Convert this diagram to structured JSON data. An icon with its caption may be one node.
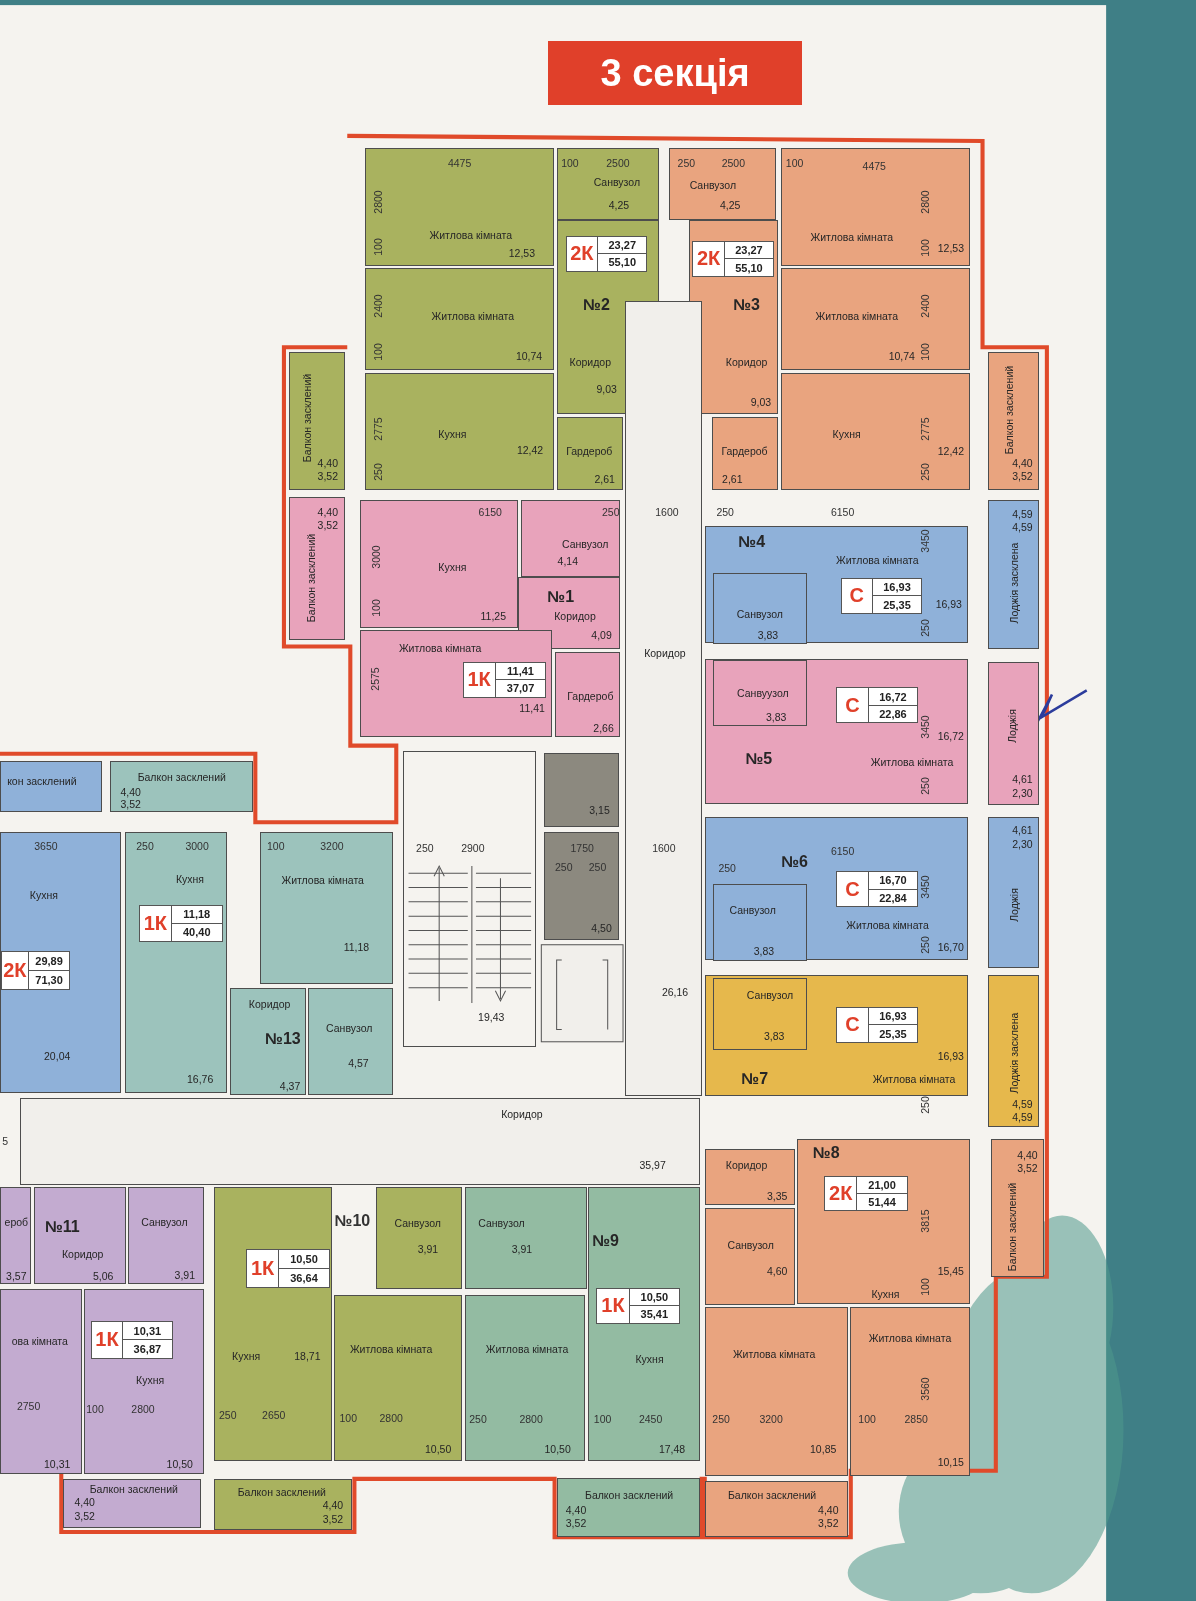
{
  "diagram": {
    "title": "3 секція",
    "nodes": [
      {
        "text": [
          "Житлова кімната",
          "12,53"
        ]
      },
      {
        "text": [
          "Санвузол",
          "4,25"
        ]
      },
      {
        "text": [
          "Житлова кімната",
          "10,74"
        ]
      },
      {
        "text": [
          "№2",
          "Коридор",
          "9,03"
        ]
      },
      {
        "text": [
          "Кухня",
          "12,42"
        ]
      },
      {
        "text": [
          "Гардероб",
          "2,61"
        ]
      },
      {
        "text": [
          "2К",
          "23,27",
          "55,10"
        ],
        "in": 3
      },
      {
        "text": [
          "Балкон засклений",
          "4,40",
          "3,52"
        ]
      },
      {
        "text": [
          "Санвузол",
          "4,25"
        ]
      },
      {
        "text": [
          "Житлова кімната",
          "12,53"
        ]
      },
      {
        "text": [
          "№3",
          "Коридор",
          "9,03"
        ]
      },
      {
        "text": [
          "2К",
          "23,27",
          "55,10"
        ],
        "in": 10
      },
      {
        "text": [
          "Житлова кімната",
          "10,74"
        ]
      },
      {
        "text": [
          "Гардероб",
          "2,61"
        ]
      },
      {
        "text": [
          "Кухня",
          "12,42"
        ]
      },
      {
        "text": [
          "Балкон засклений",
          "4,40",
          "3,52"
        ]
      },
      {
        "text": [
          "Балкон засклений",
          "4,40",
          "3,52"
        ]
      },
      {
        "text": [
          "Кухня",
          "11,25"
        ]
      },
      {
        "text": [
          "Санвузол",
          "4,14"
        ]
      },
      {
        "text": [
          "№1",
          "Коридор",
          "4,09"
        ]
      },
      {
        "text": [
          "Житлова кімната",
          "11,41"
        ]
      },
      {
        "text": [
          "1К",
          "11,41",
          "37,07"
        ],
        "in": 20
      },
      {
        "text": [
          "Гардероб",
          "2,66"
        ]
      },
      {
        "text": [
          "№4",
          "Житлова кімната",
          "16,93"
        ]
      },
      {
        "text": [
          "Санвузол",
          "3,83"
        ],
        "in": 23
      },
      {
        "text": [
          "С",
          "16,93",
          "25,35"
        ],
        "in": 23
      },
      {
        "text": [
          "Лоджія засклена",
          "4,59",
          "4,59"
        ]
      },
      {
        "text": [
          "16,72",
          "№5",
          "Житлова кімната"
        ]
      },
      {
        "text": [
          "Санвуузол",
          "3,83"
        ],
        "in": 27
      },
      {
        "text": [
          "С",
          "16,72",
          "22,86"
        ],
        "in": 27
      },
      {
        "text": [
          "Лоджія",
          "4,61",
          "2,30"
        ]
      },
      {
        "text": [
          "№6",
          "Житлова кімната",
          "16,70"
        ]
      },
      {
        "text": [
          "Санвузол",
          "3,83"
        ],
        "in": 31
      },
      {
        "text": [
          "С",
          "16,70",
          "22,84"
        ],
        "in": 31
      },
      {
        "text": [
          "Лоджія",
          "4,61",
          "2,30"
        ]
      },
      {
        "text": [
          "16,93",
          "№7",
          "Житлова кімната"
        ]
      },
      {
        "text": [
          "Санвузол",
          "3,83"
        ],
        "in": 35
      },
      {
        "text": [
          "С",
          "16,93",
          "25,35"
        ],
        "in": 35
      },
      {
        "text": [
          "Лоджія засклена",
          "4,59",
          "4,59"
        ]
      },
      {
        "text": [
          "Коридор",
          "3,35"
        ]
      },
      {
        "text": [
          "№8",
          "Кухня",
          "15,45"
        ]
      },
      {
        "text": [
          "2К",
          "21,00",
          "51,44"
        ],
        "in": 40
      },
      {
        "text": [
          "Санвузол",
          "4,60"
        ]
      },
      {
        "text": [
          "Балкон засклений",
          "4,40",
          "3,52"
        ]
      },
      {
        "text": [
          "Житлова кімната",
          "10,85"
        ]
      },
      {
        "text": [
          "Житлова кімната",
          "10,15"
        ]
      },
      {
        "text": [
          "Балкон засклений",
          "4,40",
          "3,52"
        ]
      },
      {
        "text": [
          "Санвузол",
          "3,91"
        ]
      },
      {
        "text": [
          "№9",
          "Кухня",
          "17,48"
        ]
      },
      {
        "text": [
          "1К",
          "10,50",
          "35,41"
        ],
        "in": 48
      },
      {
        "text": [
          "Житлова кімната",
          "10,50"
        ]
      },
      {
        "text": [
          "Балкон засклений",
          "4,40",
          "3,52"
        ]
      },
      {
        "text": [
          "Кухня",
          "18,71"
        ]
      },
      {
        "text": [
          "Санвузол",
          "3,91"
        ]
      },
      {
        "text": [
          "1К",
          "10,50",
          "36,64"
        ],
        "in": 52
      },
      {
        "text": [
          "Житлова кімната",
          "10,50"
        ]
      },
      {
        "text": [
          "Балкон засклений",
          "4,40",
          "3,52"
        ]
      },
      {
        "text": [
          "ероб",
          "3,57"
        ]
      },
      {
        "text": [
          "№11",
          "Коридор",
          "5,06"
        ]
      },
      {
        "text": [
          "Санвузол",
          "3,91"
        ]
      },
      {
        "text": [
          "ова кімната",
          "10,31"
        ]
      },
      {
        "text": [
          "Кухня",
          "10,50"
        ]
      },
      {
        "text": [
          "1К",
          "10,31",
          "36,87"
        ],
        "in": 61
      },
      {
        "text": [
          "Балкон засклений",
          "4,40",
          "3,52"
        ]
      },
      {
        "text": [
          "кон засклений"
        ]
      },
      {
        "text": [
          "Кухня",
          "20,04"
        ]
      },
      {
        "text": [
          "2К",
          "29,89",
          "71,30"
        ],
        "in": 65
      },
      {
        "text": [
          "Балкон засклений",
          "4,40",
          "3,52"
        ]
      },
      {
        "text": [
          "Кухня",
          "16,76"
        ]
      },
      {
        "text": [
          "1К",
          "11,18",
          "40,40"
        ],
        "in": 68
      },
      {
        "text": [
          "Житлова кімната",
          "11,18"
        ]
      },
      {
        "text": [
          "Коридор",
          "№13",
          "4,37"
        ]
      },
      {
        "text": [
          "Санвузол",
          "4,57"
        ]
      },
      {
        "text": [
          "Коридор",
          "26,16"
        ]
      },
      {
        "text": [
          "Коридор",
          "35,97"
        ]
      },
      {
        "text": [
          "19,43"
        ]
      },
      {
        "text": [
          "3,15"
        ]
      },
      {
        "text": [
          "4,50"
        ]
      }
    ],
    "labels": [
      "4475",
      "100",
      "2500",
      "250",
      "2500",
      "100",
      "4475",
      "2800",
      "2800",
      "100",
      "100",
      "2400",
      "2400",
      "100",
      "100",
      "2775",
      "2775",
      "250",
      "250",
      "6150",
      "250",
      "1600",
      "250",
      "6150",
      "3450",
      "3000",
      "100",
      "250",
      "2575",
      "3450",
      "250",
      "3650",
      "250",
      "3000",
      "100",
      "3200",
      "250",
      "2900",
      "1750",
      "1600",
      "6150",
      "250",
      "250",
      "250",
      "3450",
      "250",
      "250",
      "5",
      "№10",
      "3815",
      "100",
      "3560",
      "2750",
      "100",
      "2800",
      "250",
      "2650",
      "100",
      "2800",
      "250",
      "2800",
      "100",
      "2450",
      "250",
      "3200",
      "100",
      "2850"
    ]
  }
}
